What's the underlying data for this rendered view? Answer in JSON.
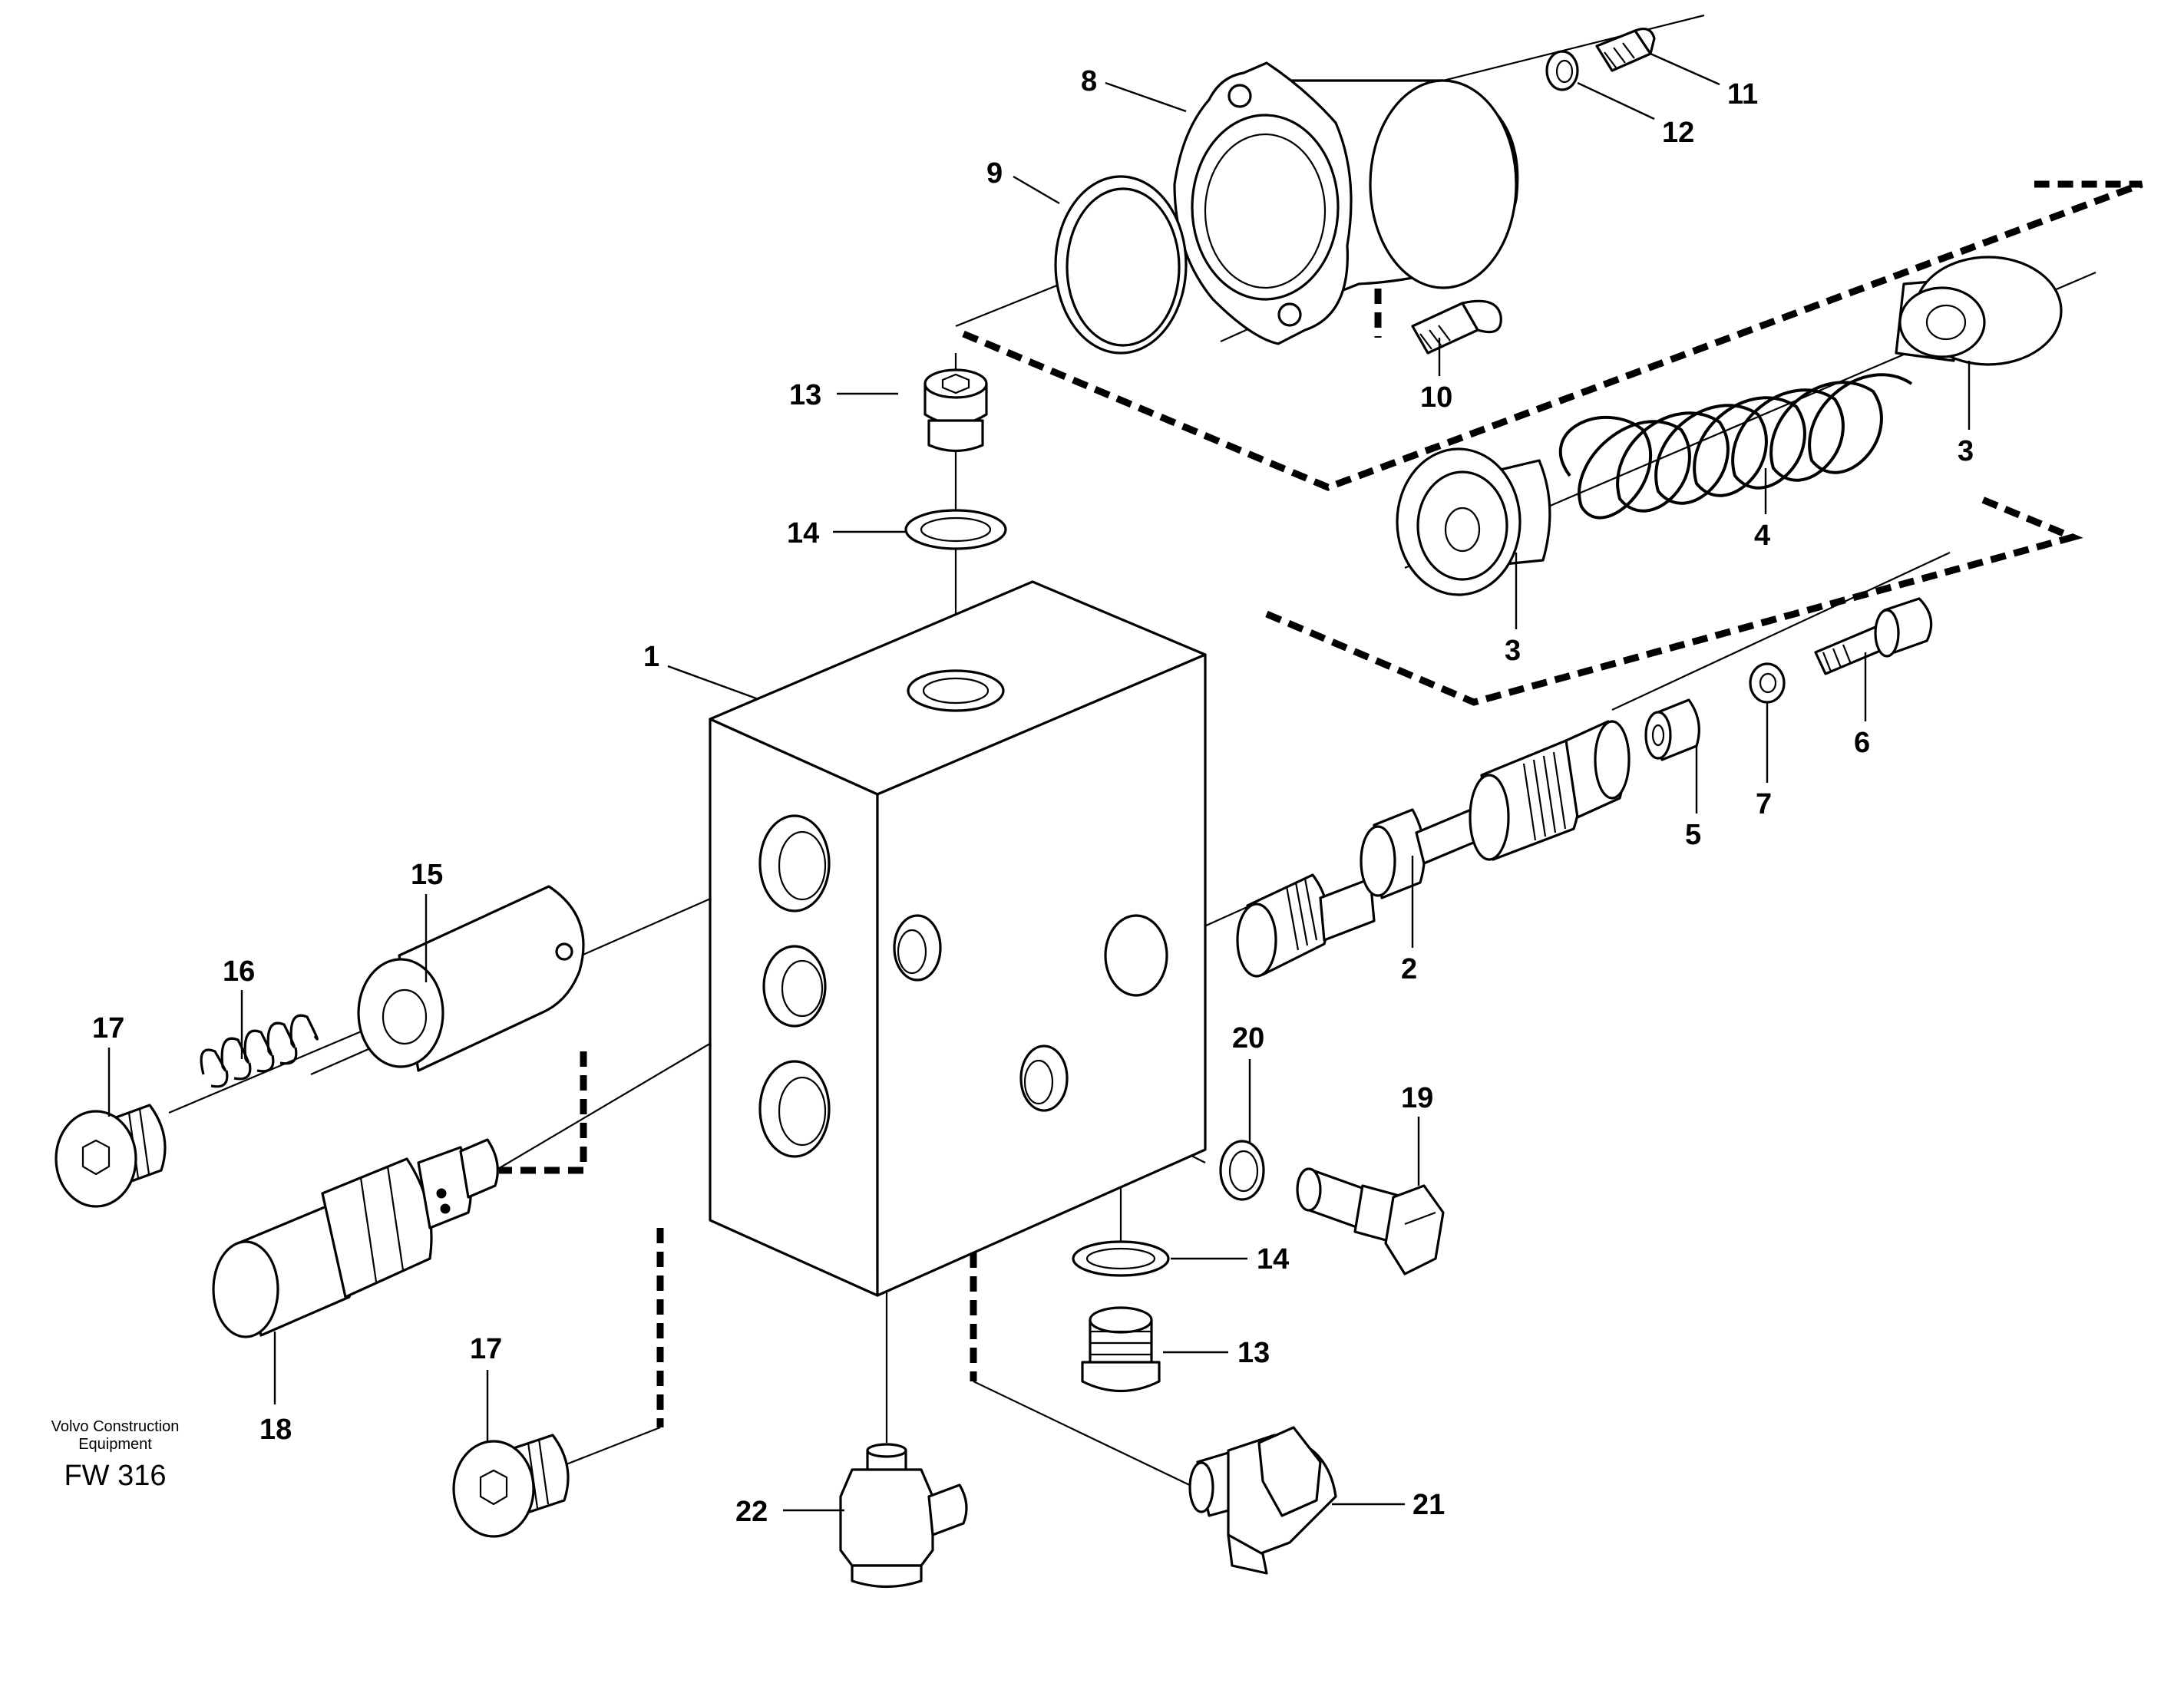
{
  "callouts": {
    "c1": "1",
    "c2": "2",
    "c3a": "3",
    "c3b": "3",
    "c4": "4",
    "c5": "5",
    "c6": "6",
    "c7": "7",
    "c8": "8",
    "c9": "9",
    "c10": "10",
    "c11": "11",
    "c12": "12",
    "c13a": "13",
    "c13b": "13",
    "c14a": "14",
    "c14b": "14",
    "c15": "15",
    "c16": "16",
    "c17a": "17",
    "c17b": "17",
    "c18": "18",
    "c19": "19",
    "c20": "20",
    "c21": "21",
    "c22": "22"
  },
  "credit": {
    "line1": "Volvo Construction",
    "line2": "Equipment",
    "code": "FW 316"
  }
}
